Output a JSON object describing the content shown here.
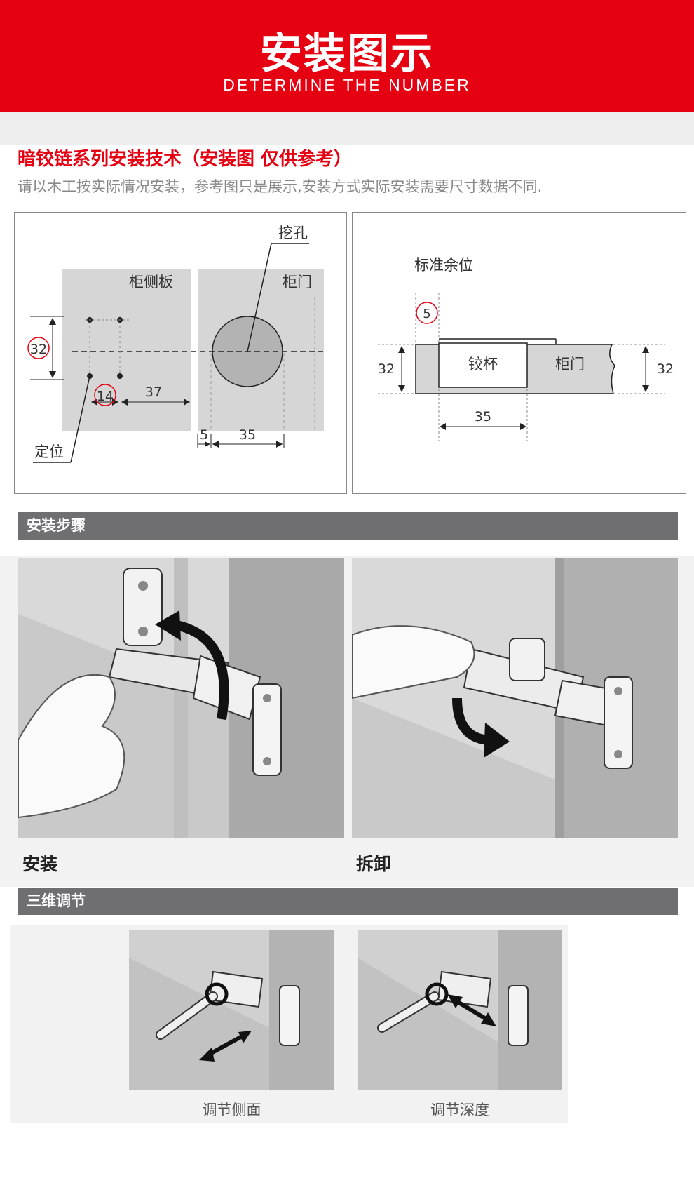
{
  "header": {
    "title": "安装图示",
    "subtitle": "DETERMINE THE NUMBER"
  },
  "section": {
    "title": "暗铰链系列安装技术（安装图 仅供参考）",
    "description": "请以木工按实际情况安装，参考图只是展示,安装方式实际安装需要尺寸数据不同."
  },
  "diagram_left": {
    "drill_label": "挖孔",
    "side_panel_label": "柜侧板",
    "door_label": "柜门",
    "dim_32": "32",
    "dim_14": "14",
    "dim_37": "37",
    "dim_5": "5",
    "dim_35": "35",
    "position_label": "定位"
  },
  "diagram_right": {
    "margin_label": "标准余位",
    "dim_5": "5",
    "cup_label": "铰杯",
    "door_label": "柜门",
    "dim_32_left": "32",
    "dim_32_right": "32",
    "dim_35": "35"
  },
  "steps_bar": {
    "label": "安装步骤"
  },
  "steps": [
    {
      "label": "安装"
    },
    {
      "label": "拆卸"
    }
  ],
  "adjust_bar": {
    "label": "三维调节"
  },
  "adjust": [
    {
      "caption": "调节侧面"
    },
    {
      "caption": "调节深度"
    }
  ],
  "colors": {
    "brand_red": "#e50012",
    "bar_gray": "#6f6e70"
  }
}
